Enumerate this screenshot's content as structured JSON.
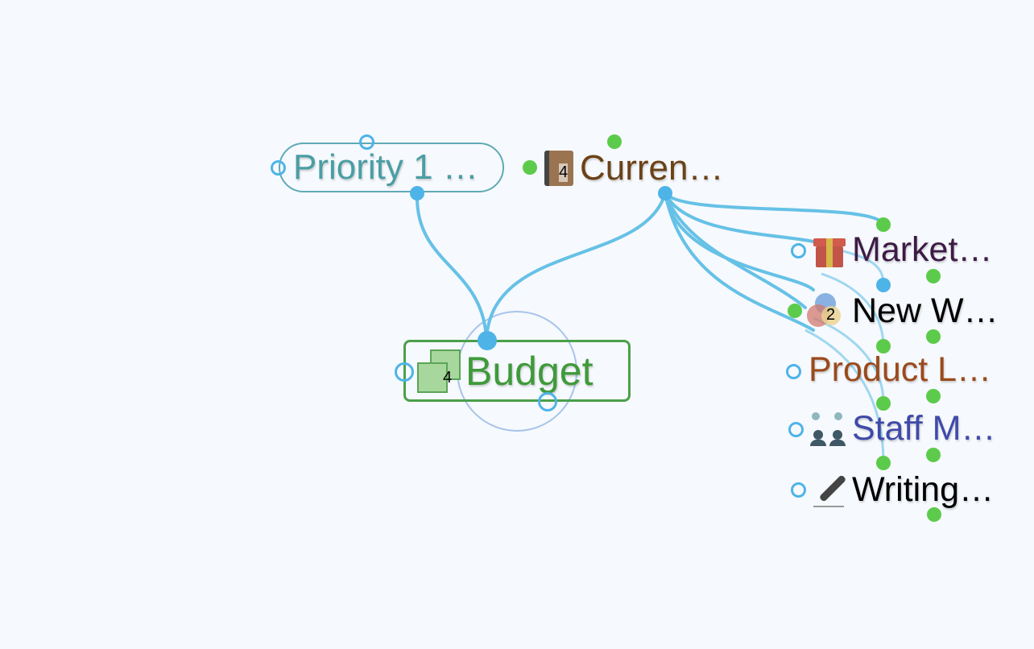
{
  "nodes": {
    "priority": {
      "label": "Priority 1 …",
      "color": "#4a9ea4"
    },
    "current": {
      "label": "Curren…",
      "badge": "4",
      "color": "#6b4217",
      "icon": "notebook-icon"
    },
    "budget": {
      "label": "Budget",
      "badge": "4",
      "color": "#3f9a3a",
      "icon": "stacked-squares-icon"
    },
    "children": [
      {
        "label": "Market…",
        "color": "#3d1b45",
        "icon": "gift-icon"
      },
      {
        "label": "New W…",
        "badge": "2",
        "color": "#000000",
        "icon": "venn-circles-icon"
      },
      {
        "label": "Product L…",
        "color": "#9a4a1c",
        "icon": ""
      },
      {
        "label": "Staff M…",
        "color": "#3f4aa8",
        "icon": "people-group-icon"
      },
      {
        "label": "Writing…",
        "color": "#000000",
        "icon": "pen-icon"
      }
    ]
  },
  "colors": {
    "link": "#66c1e6",
    "gate_active": "#5ccb4b",
    "gate_link": "#4eb4e8"
  }
}
